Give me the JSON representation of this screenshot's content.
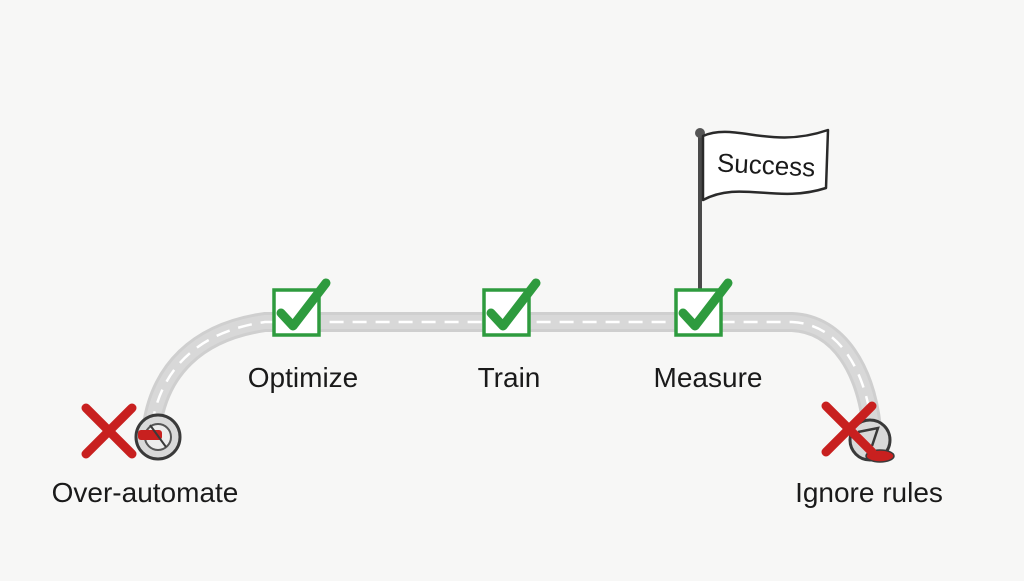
{
  "flag": {
    "label": "Success"
  },
  "steps": [
    {
      "label": "Optimize",
      "status": "done"
    },
    {
      "label": "Train",
      "status": "done"
    },
    {
      "label": "Measure",
      "status": "done"
    }
  ],
  "pitfalls": [
    {
      "label": "Over-automate",
      "status": "failed"
    },
    {
      "label": "Ignore rules",
      "status": "failed"
    }
  ],
  "colors": {
    "check_green": "#2e9b3e",
    "cross_red": "#c8201f",
    "road_gray": "#d2d2d2",
    "background": "#f7f7f6"
  }
}
